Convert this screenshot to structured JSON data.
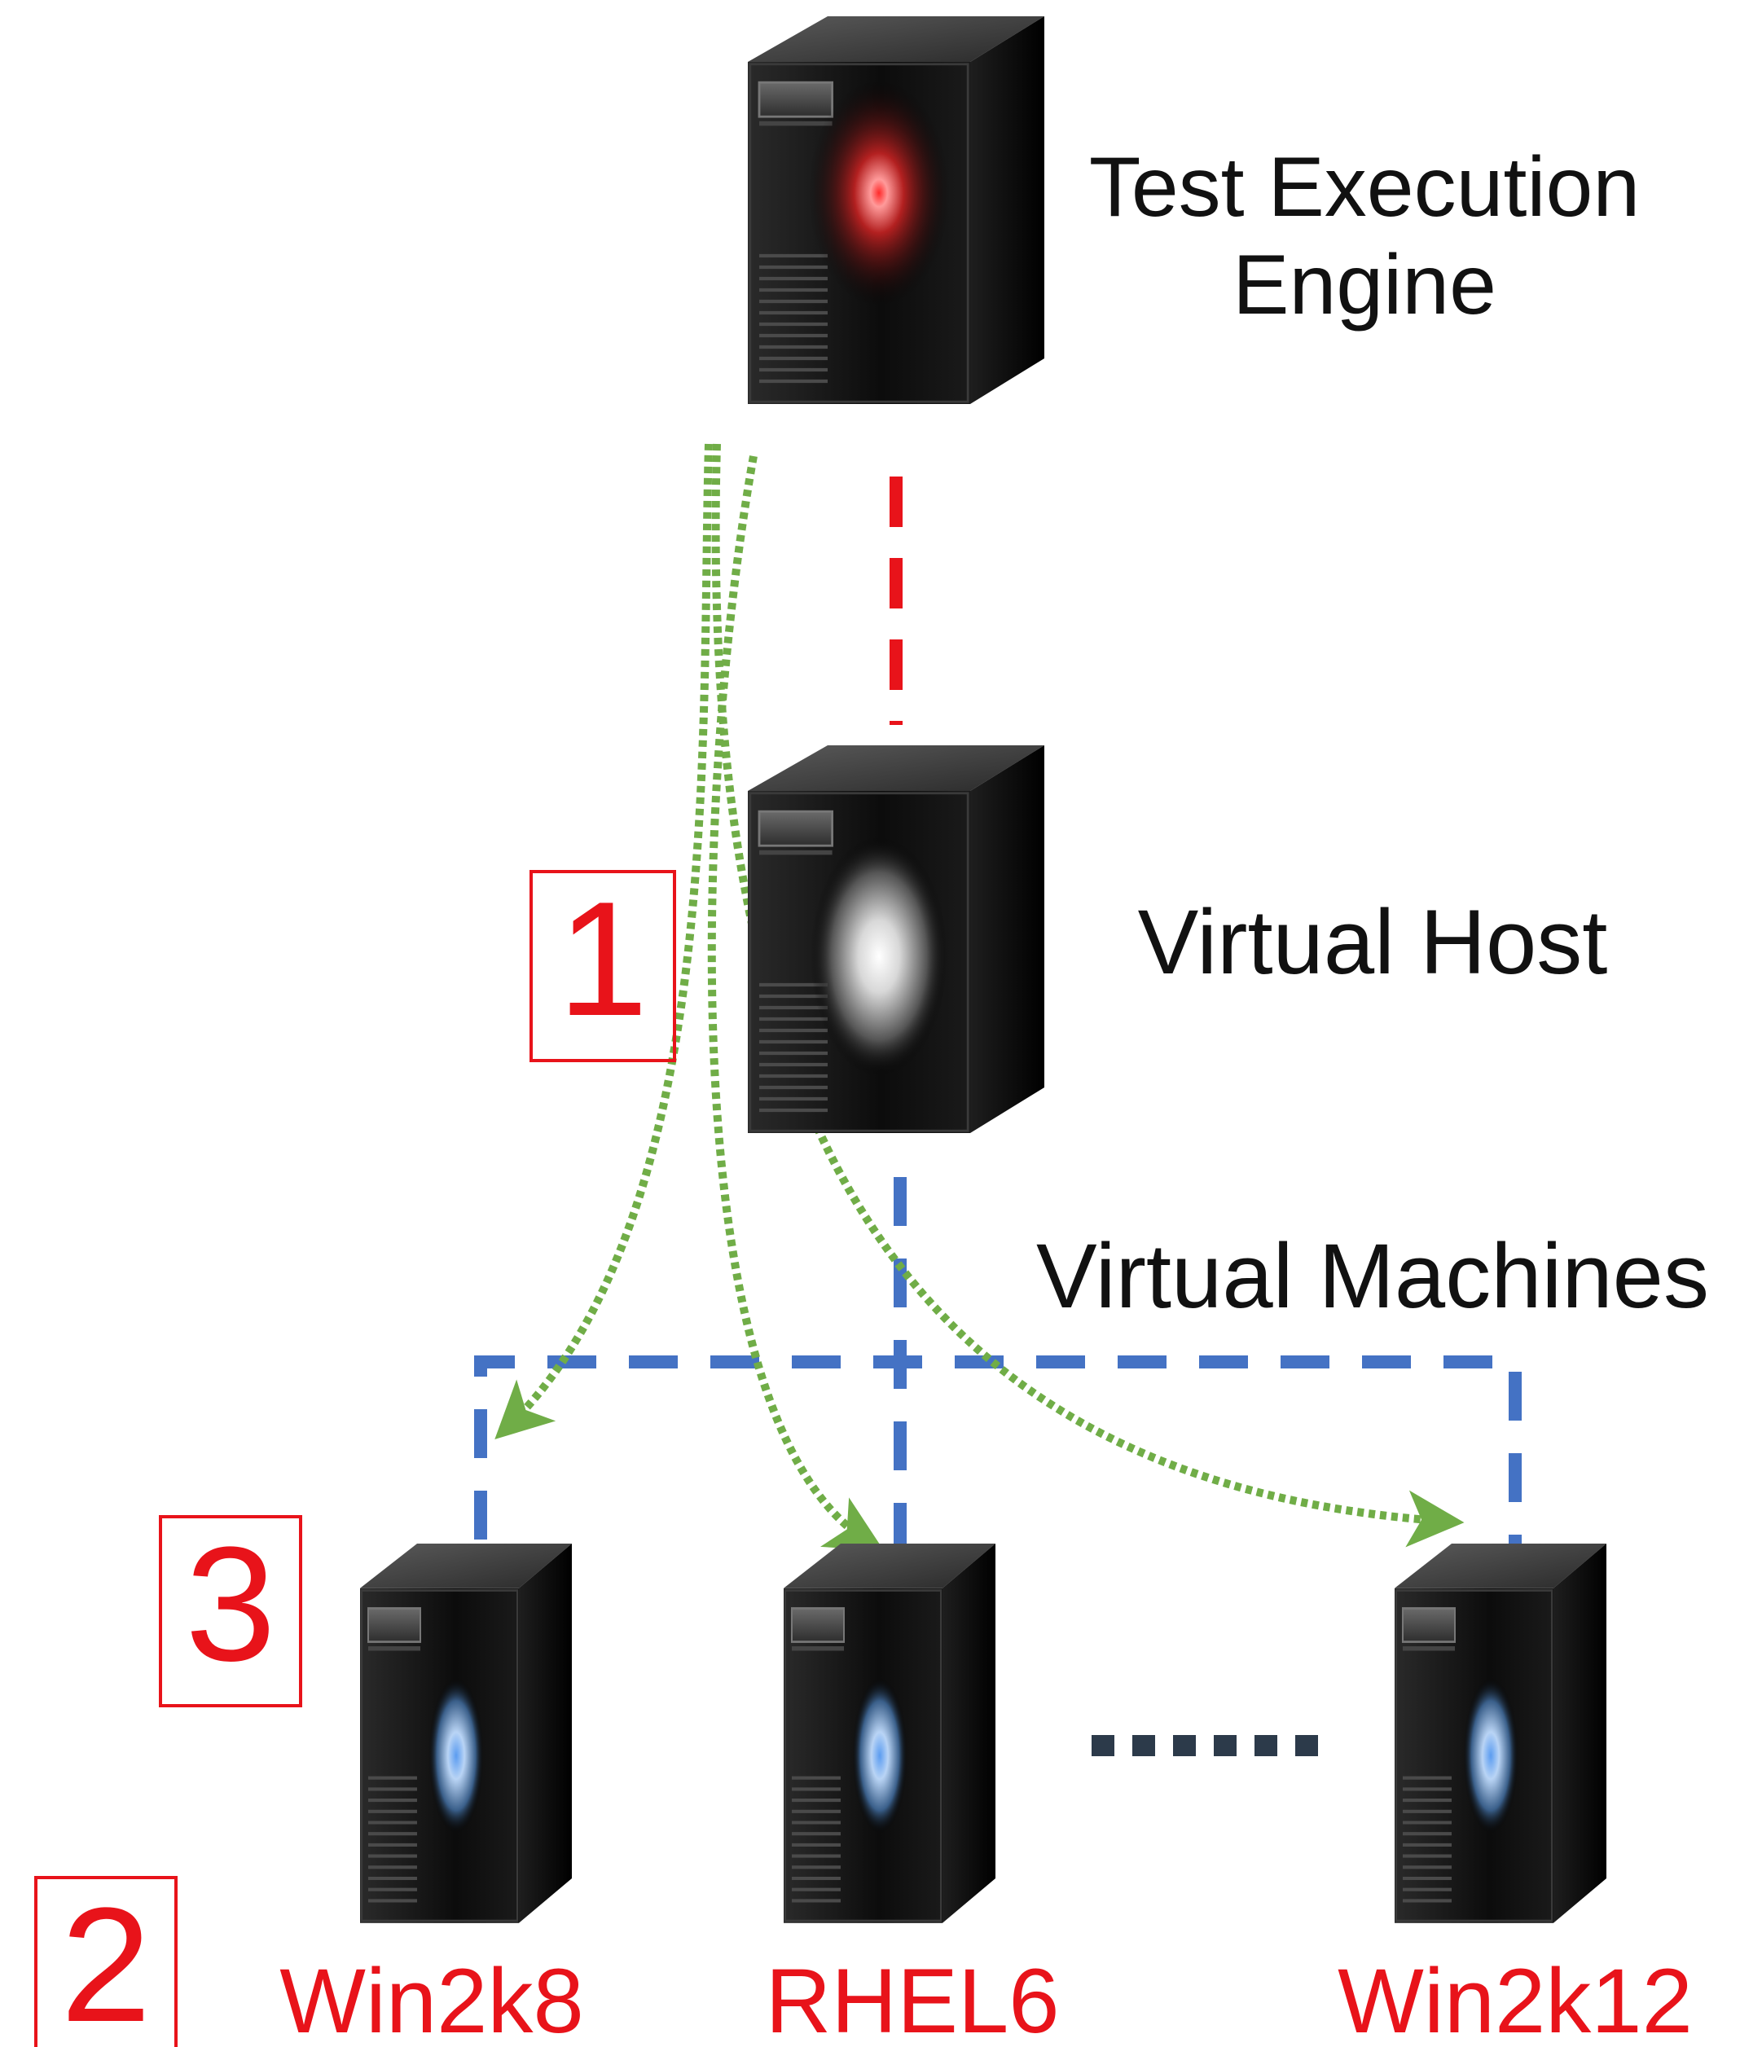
{
  "labels": {
    "engine_line1": "Test Execution",
    "engine_line2": "Engine",
    "virtual_host": "Virtual Host",
    "virtual_machines": "Virtual Machines"
  },
  "vms": [
    {
      "label": "Win2k8",
      "glow": "blue"
    },
    {
      "label": "RHEL6",
      "glow": "blue"
    },
    {
      "label": "Win2k12",
      "glow": "blue"
    }
  ],
  "step_markers": [
    "1",
    "3",
    "2"
  ],
  "colors": {
    "label_text": "#111111",
    "vm_label": "#e8131a",
    "marker": "#e8131a",
    "engine_link": "#e8131a",
    "vm_network": "#4472c4",
    "test_flow": "#70ad47",
    "ellipsis": "#2c3a4a",
    "server_body": "#141414",
    "engine_glow": "#ff2a2a",
    "host_glow": "#ffffff",
    "vm_glow": "#7fb0f0"
  },
  "icons": {
    "server": "tower-server-icon",
    "more": "ellipsis-icon"
  }
}
